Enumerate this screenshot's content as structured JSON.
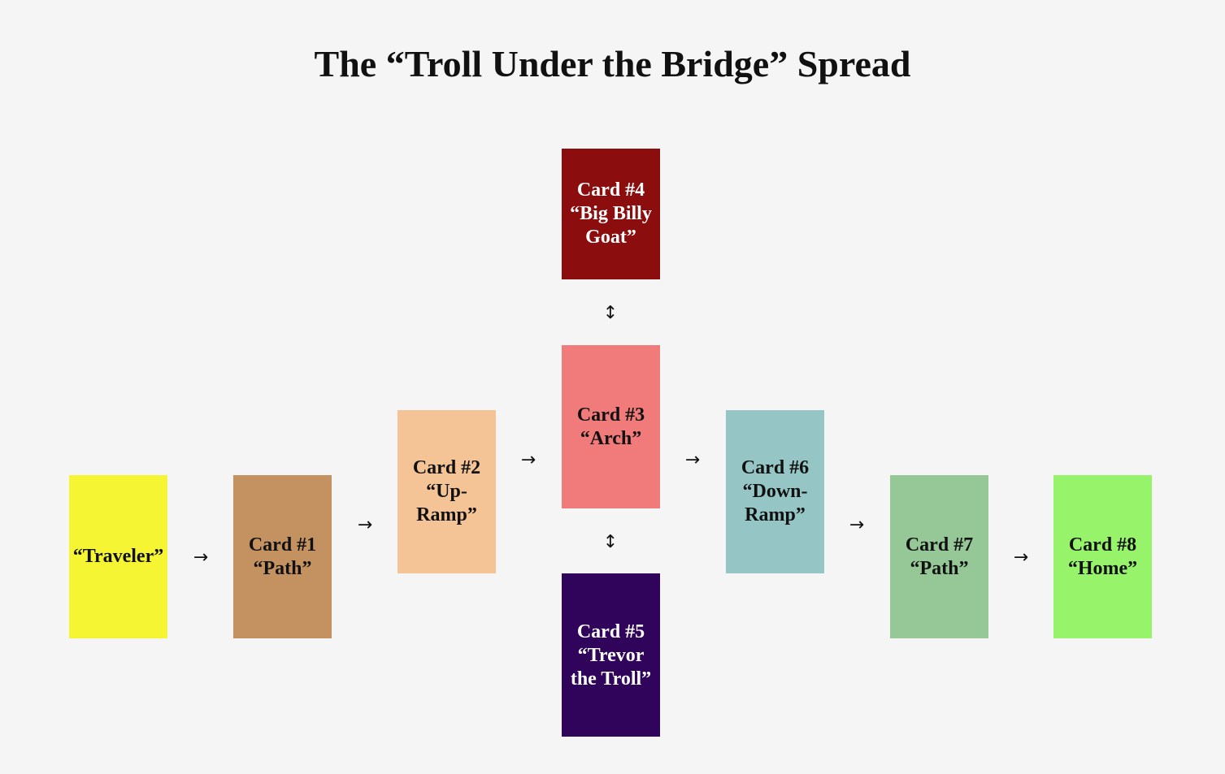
{
  "title": "The “Troll Under the Bridge” Spread",
  "cards": {
    "traveler": {
      "label": "“Traveler”",
      "color": "#f5f534"
    },
    "card1": {
      "label": "Card #1\n“Path”",
      "color": "#c49260"
    },
    "card2": {
      "label": "Card #2\n“Up-\nRamp”",
      "color": "#f4c497"
    },
    "card3": {
      "label": "Card #3\n“Arch”",
      "color": "#f17b7a"
    },
    "card4": {
      "label": "Card #4\n“Big Billy\nGoat”",
      "color": "#8b0d0d"
    },
    "card5": {
      "label": "Card #5\n“Trevor\nthe Troll”",
      "color": "#2f045a"
    },
    "card6": {
      "label": "Card #6\n“Down-\nRamp”",
      "color": "#95c6c5"
    },
    "card7": {
      "label": "Card #7\n“Path”",
      "color": "#96c796"
    },
    "card8": {
      "label": "Card #8\n“Home”",
      "color": "#97f36a"
    }
  },
  "arrows": {
    "right": "→",
    "updown": "↕"
  }
}
